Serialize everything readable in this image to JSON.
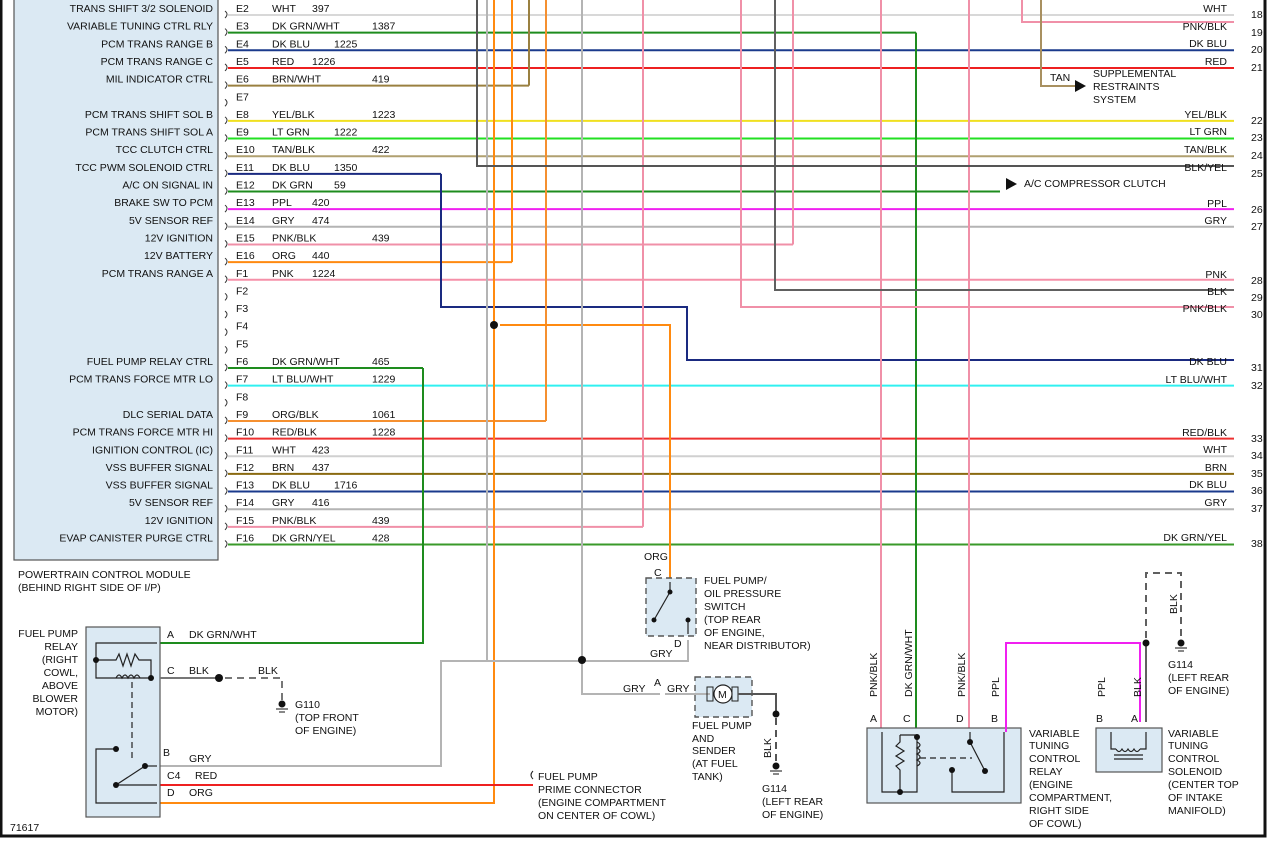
{
  "diagram_id": "71617",
  "pcm": {
    "title_line1": "POWERTRAIN CONTROL MODULE",
    "title_line2": "(BEHIND RIGHT SIDE OF I/P)",
    "pins": [
      {
        "func": "TRANS SHIFT 3/2 SOLENOID",
        "pin": "E2",
        "color": "WHT",
        "circuit": "397",
        "hex": "#d8d8d8"
      },
      {
        "func": "VARIABLE TUNING CTRL RLY",
        "pin": "E3",
        "color": "DK GRN/WHT",
        "circuit": "1387",
        "hex": "#1e8c1e"
      },
      {
        "func": "PCM TRANS RANGE B",
        "pin": "E4",
        "color": "DK BLU",
        "circuit": "1225",
        "hex": "#1a3a8c"
      },
      {
        "func": "PCM TRANS RANGE C",
        "pin": "E5",
        "color": "RED",
        "circuit": "1226",
        "hex": "#ee2020"
      },
      {
        "func": "MIL INDICATOR CTRL",
        "pin": "E6",
        "color": "BRN/WHT",
        "circuit": "419",
        "hex": "#9a8040"
      },
      {
        "func": "",
        "pin": "E7",
        "color": "",
        "circuit": "",
        "hex": ""
      },
      {
        "func": "PCM TRANS SHIFT SOL B",
        "pin": "E8",
        "color": "YEL/BLK",
        "circuit": "1223",
        "hex": "#f0e020"
      },
      {
        "func": "PCM TRANS SHIFT SOL A",
        "pin": "E9",
        "color": "LT GRN",
        "circuit": "1222",
        "hex": "#22e022"
      },
      {
        "func": "TCC CLUTCH CTRL",
        "pin": "E10",
        "color": "TAN/BLK",
        "circuit": "422",
        "hex": "#b0a070"
      },
      {
        "func": "TCC PWM SOLENOID CTRL",
        "pin": "E11",
        "color": "DK BLU",
        "circuit": "1350",
        "hex": "#1a2a80"
      },
      {
        "func": "A/C ON SIGNAL IN",
        "pin": "E12",
        "color": "DK GRN",
        "circuit": "59",
        "hex": "#1e8c1e"
      },
      {
        "func": "BRAKE SW TO PCM",
        "pin": "E13",
        "color": "PPL",
        "circuit": "420",
        "hex": "#f020f0"
      },
      {
        "func": "5V SENSOR REF",
        "pin": "E14",
        "color": "GRY",
        "circuit": "474",
        "hex": "#b4b4b4"
      },
      {
        "func": "12V IGNITION",
        "pin": "E15",
        "color": "PNK/BLK",
        "circuit": "439",
        "hex": "#f090a8"
      },
      {
        "func": "12V BATTERY",
        "pin": "E16",
        "color": "ORG",
        "circuit": "440",
        "hex": "#ff8a10"
      },
      {
        "func": "PCM TRANS RANGE A",
        "pin": "F1",
        "color": "PNK",
        "circuit": "1224",
        "hex": "#f590a8"
      },
      {
        "func": "",
        "pin": "F2",
        "color": "",
        "circuit": "",
        "hex": ""
      },
      {
        "func": "",
        "pin": "F3",
        "color": "",
        "circuit": "",
        "hex": ""
      },
      {
        "func": "",
        "pin": "F4",
        "color": "",
        "circuit": "",
        "hex": ""
      },
      {
        "func": "",
        "pin": "F5",
        "color": "",
        "circuit": "",
        "hex": ""
      },
      {
        "func": "FUEL PUMP RELAY CTRL",
        "pin": "F6",
        "color": "DK GRN/WHT",
        "circuit": "465",
        "hex": "#1e8c1e"
      },
      {
        "func": "PCM TRANS FORCE MTR LO",
        "pin": "F7",
        "color": "LT BLU/WHT",
        "circuit": "1229",
        "hex": "#30f0f0"
      },
      {
        "func": "",
        "pin": "F8",
        "color": "",
        "circuit": "",
        "hex": ""
      },
      {
        "func": "DLC SERIAL DATA",
        "pin": "F9",
        "color": "ORG/BLK",
        "circuit": "1061",
        "hex": "#f59030"
      },
      {
        "func": "PCM TRANS FORCE MTR HI",
        "pin": "F10",
        "color": "RED/BLK",
        "circuit": "1228",
        "hex": "#ee3030"
      },
      {
        "func": "IGNITION CONTROL (IC)",
        "pin": "F11",
        "color": "WHT",
        "circuit": "423",
        "hex": "#d0d0d0"
      },
      {
        "func": "VSS BUFFER SIGNAL",
        "pin": "F12",
        "color": "BRN",
        "circuit": "437",
        "hex": "#8a6a10"
      },
      {
        "func": "VSS BUFFER SIGNAL",
        "pin": "F13",
        "color": "DK BLU",
        "circuit": "1716",
        "hex": "#1a3a8c"
      },
      {
        "func": "5V SENSOR REF",
        "pin": "F14",
        "color": "GRY",
        "circuit": "416",
        "hex": "#b4b4b4"
      },
      {
        "func": "12V IGNITION",
        "pin": "F15",
        "color": "PNK/BLK",
        "circuit": "439",
        "hex": "#f090a8"
      },
      {
        "func": "EVAP CANISTER PURGE CTRL",
        "pin": "F16",
        "color": "DK GRN/YEL",
        "circuit": "428",
        "hex": "#3a9a2a"
      }
    ]
  },
  "right_refs": [
    {
      "label": "WHT",
      "num": "18",
      "hex": "#d0d0d0"
    },
    {
      "label": "PNK/BLK",
      "num": "19",
      "hex": "#f090a8"
    },
    {
      "label": "DK BLU",
      "num": "20",
      "hex": "#1a3a8c"
    },
    {
      "label": "RED",
      "num": "21",
      "hex": "#ee2020"
    },
    {
      "label": "YEL/BLK",
      "num": "22",
      "hex": "#f0e020"
    },
    {
      "label": "LT GRN",
      "num": "23",
      "hex": "#22e022"
    },
    {
      "label": "TAN/BLK",
      "num": "24",
      "hex": "#b0a070"
    },
    {
      "label": "BLK/YEL",
      "num": "25",
      "hex": "#555555"
    },
    {
      "label": "PPL",
      "num": "26",
      "hex": "#f020f0"
    },
    {
      "label": "GRY",
      "num": "27",
      "hex": "#b4b4b4"
    },
    {
      "label": "PNK",
      "num": "28",
      "hex": "#f590a8"
    },
    {
      "label": "BLK",
      "num": "29",
      "hex": "#606060"
    },
    {
      "label": "PNK/BLK",
      "num": "30",
      "hex": "#f090a8"
    },
    {
      "label": "DK BLU",
      "num": "31",
      "hex": "#1a2a80"
    },
    {
      "label": "LT BLU/WHT",
      "num": "32",
      "hex": "#30f0f0"
    },
    {
      "label": "RED/BLK",
      "num": "33",
      "hex": "#ee3030"
    },
    {
      "label": "WHT",
      "num": "34",
      "hex": "#d0d0d0"
    },
    {
      "label": "BRN",
      "num": "35",
      "hex": "#8a6a10"
    },
    {
      "label": "DK BLU",
      "num": "36",
      "hex": "#1a3a8c"
    },
    {
      "label": "GRY",
      "num": "37",
      "hex": "#b4b4b4"
    },
    {
      "label": "DK GRN/YEL",
      "num": "38",
      "hex": "#3a9a2a"
    }
  ],
  "srs": {
    "wire": "TAN",
    "line1": "SUPPLEMENTAL",
    "line2": "RESTRAINTS",
    "line3": "SYSTEM"
  },
  "ac_clutch": {
    "label": "A/C COMPRESSOR CLUTCH"
  },
  "fuel_pump_relay": {
    "name_lines": [
      "FUEL PUMP",
      "RELAY",
      "(RIGHT",
      "COWL,",
      "ABOVE",
      "BLOWER",
      "MOTOR)"
    ],
    "pins": [
      {
        "pin": "A",
        "wire": "DK GRN/WHT"
      },
      {
        "pin": "C",
        "wire": "BLK",
        "wire2": "BLK"
      },
      {
        "pin": "B",
        "wire": "GRY"
      },
      {
        "pin": "C4",
        "wire": "RED"
      },
      {
        "pin": "D",
        "wire": "ORG"
      }
    ]
  },
  "g110": {
    "id": "G110",
    "line1": "(TOP FRONT",
    "line2": "OF ENGINE)"
  },
  "oil_pressure_switch": {
    "wire_top": "ORG",
    "pin_top": "C",
    "pin_bottom": "D",
    "wire_bottom": "GRY",
    "lines": [
      "FUEL PUMP/",
      "OIL PRESSURE",
      "SWITCH",
      "(TOP REAR",
      "OF ENGINE,",
      "NEAR DISTRIBUTOR)"
    ]
  },
  "fuel_pump_sender": {
    "pin": "A",
    "wire_in": "GRY",
    "wire_out": "GRY",
    "motor": "M",
    "ground_wire": "BLK",
    "lines": [
      "FUEL PUMP",
      "AND",
      "SENDER",
      "(AT FUEL",
      "TANK)"
    ]
  },
  "g114_a": {
    "id": "G114",
    "line1": "(LEFT REAR",
    "line2": "OF ENGINE)"
  },
  "prime_connector": {
    "lines": [
      "FUEL PUMP",
      "PRIME CONNECTOR",
      "(ENGINE COMPARTMENT",
      "ON CENTER OF COWL)"
    ]
  },
  "vt_relay": {
    "pins": [
      {
        "pin": "A",
        "wire": "PNK/BLK"
      },
      {
        "pin": "C",
        "wire": "DK GRN/WHT"
      },
      {
        "pin": "D",
        "wire": "PNK/BLK"
      },
      {
        "pin": "B",
        "wire": "PPL"
      }
    ],
    "lines": [
      "VARIABLE",
      "TUNING",
      "CONTROL",
      "RELAY",
      "(ENGINE",
      "COMPARTMENT,",
      "RIGHT SIDE",
      "OF COWL)"
    ]
  },
  "vt_solenoid": {
    "pins": [
      {
        "pin": "B",
        "wire": "PPL"
      },
      {
        "pin": "A",
        "wire": "BLK"
      }
    ],
    "ground_wire": "BLK",
    "lines": [
      "VARIABLE",
      "TUNING",
      "CONTROL",
      "SOLENOID",
      "(CENTER TOP",
      "OF INTAKE",
      "MANIFOLD)"
    ]
  },
  "g114_b": {
    "id": "G114",
    "line1": "(LEFT REAR",
    "line2": "OF ENGINE)"
  }
}
